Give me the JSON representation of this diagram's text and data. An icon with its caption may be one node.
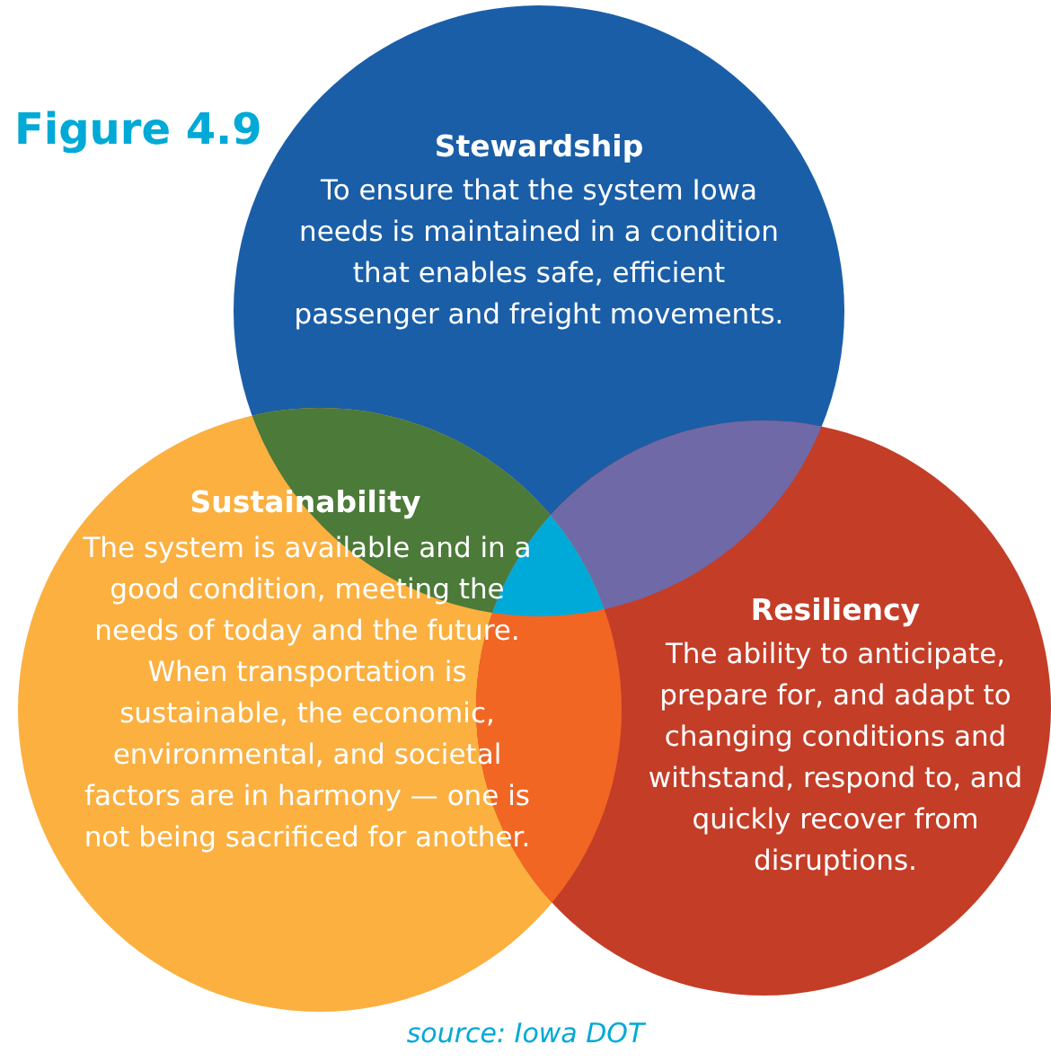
{
  "diagram": {
    "title": "Figure 4.9",
    "caption": "source: Iowa DOT",
    "nodes": [
      {
        "text": [
          "Stewardship",
          "To ensure that the system Iowa needs is maintained in a condition that enables safe, efficient passenger and freight movements."
        ]
      },
      {
        "text": [
          "Sustainability",
          "The system is available and in a good condition, meeting the needs of today and the future. When transportation is sustainable, the economic, environmental, and societal factors are in harmony — one is not being sacrificed for another."
        ]
      },
      {
        "text": [
          "Resiliency",
          "The ability to anticipate, prepare for, and adapt to changing conditions and withstand, respond to, and quickly recover from disruptions."
        ]
      }
    ],
    "edges": []
  }
}
